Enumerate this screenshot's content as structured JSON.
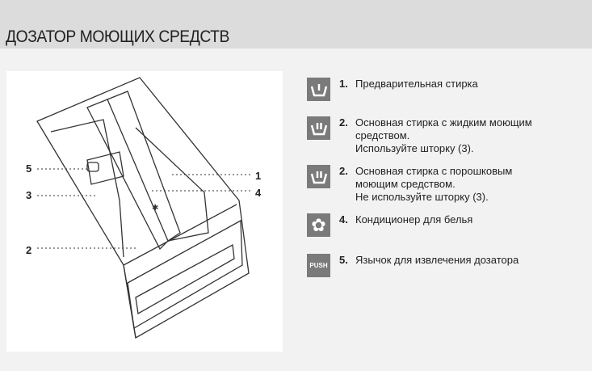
{
  "title": "ДОЗАТОР МОЮЩИХ СРЕДСТВ",
  "figure": {
    "callouts": [
      "5",
      "3",
      "2",
      "1",
      "4"
    ]
  },
  "legend": [
    {
      "icon": "prewash-icon",
      "number": "1.",
      "lines": [
        "Предварительная стирка"
      ]
    },
    {
      "icon": "main-wash-icon",
      "number": "2.",
      "lines": [
        "Основная стирка с жидким моющим",
        "средством.",
        "Используйте шторку (3)."
      ]
    },
    {
      "icon": "main-wash-icon",
      "number": "2.",
      "lines": [
        "Основная стирка с порошковым",
        "моющим средством.",
        "Не используйте шторку (3)."
      ]
    },
    {
      "icon": "flower-softener-icon",
      "number": "4.",
      "lines": [
        "Кондиционер для белья"
      ]
    },
    {
      "icon": "push-icon",
      "icon_text": "PUSH",
      "number": "5.",
      "lines": [
        "Язычок для извлечения дозатора"
      ]
    }
  ]
}
